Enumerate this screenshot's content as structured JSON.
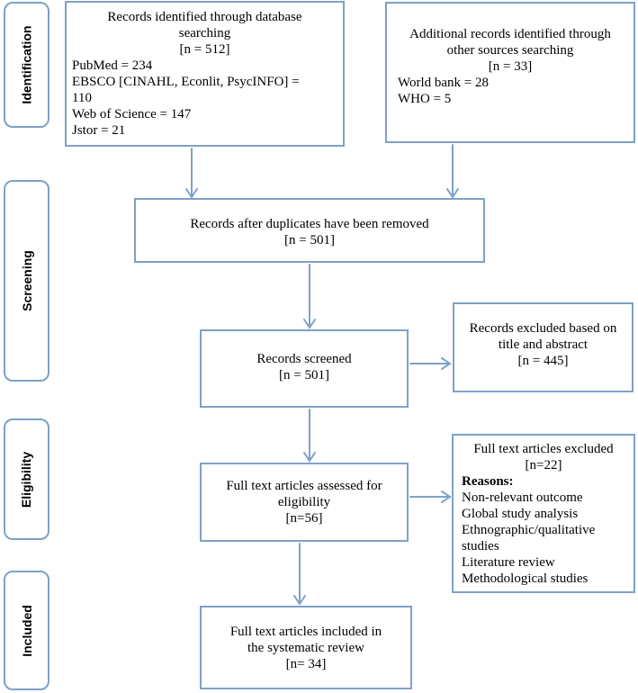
{
  "stages": [
    {
      "label": "Identification"
    },
    {
      "label": "Screening"
    },
    {
      "label": "Eligibility"
    },
    {
      "label": "Included"
    }
  ],
  "boxes": {
    "database": {
      "title_line1": "Records identified through database",
      "title_line2": "searching",
      "count": "[n = 512]",
      "items": [
        "PubMed = 234",
        "EBSCO [CINAHL, Econlit, PsycINFO] =",
        "110",
        "Web of Science = 147",
        "Jstor = 21"
      ]
    },
    "other_sources": {
      "title_line1": "Additional records identified through",
      "title_line2": "other sources searching",
      "count": "[n = 33]",
      "items": [
        "World bank = 28",
        "WHO = 5"
      ]
    },
    "duplicates_removed": {
      "line1": "Records after duplicates have been removed",
      "line2": "[n = 501]"
    },
    "screened": {
      "line1": "Records screened",
      "line2": "[n = 501]"
    },
    "excluded_title": {
      "line1": "Records excluded based on",
      "line2": "title and abstract",
      "line3": "[n = 445]"
    },
    "assessed": {
      "line1": "Full text articles assessed for",
      "line2": "eligibility",
      "line3": "[n=56]"
    },
    "fulltext_excluded": {
      "title": "Full text articles excluded",
      "count": "[n=22]",
      "reasons_label": "Reasons:",
      "reasons": [
        "Non-relevant outcome",
        "Global study analysis",
        "Ethnographic/qualitative",
        "studies",
        "Literature review",
        "Methodological studies"
      ]
    },
    "included": {
      "line1": "Full text articles included in",
      "line2": "the systematic review",
      "line3": "[n= 34]"
    }
  },
  "colors": {
    "border": "#7ea1c7",
    "arrow": "#7ea1c7"
  }
}
